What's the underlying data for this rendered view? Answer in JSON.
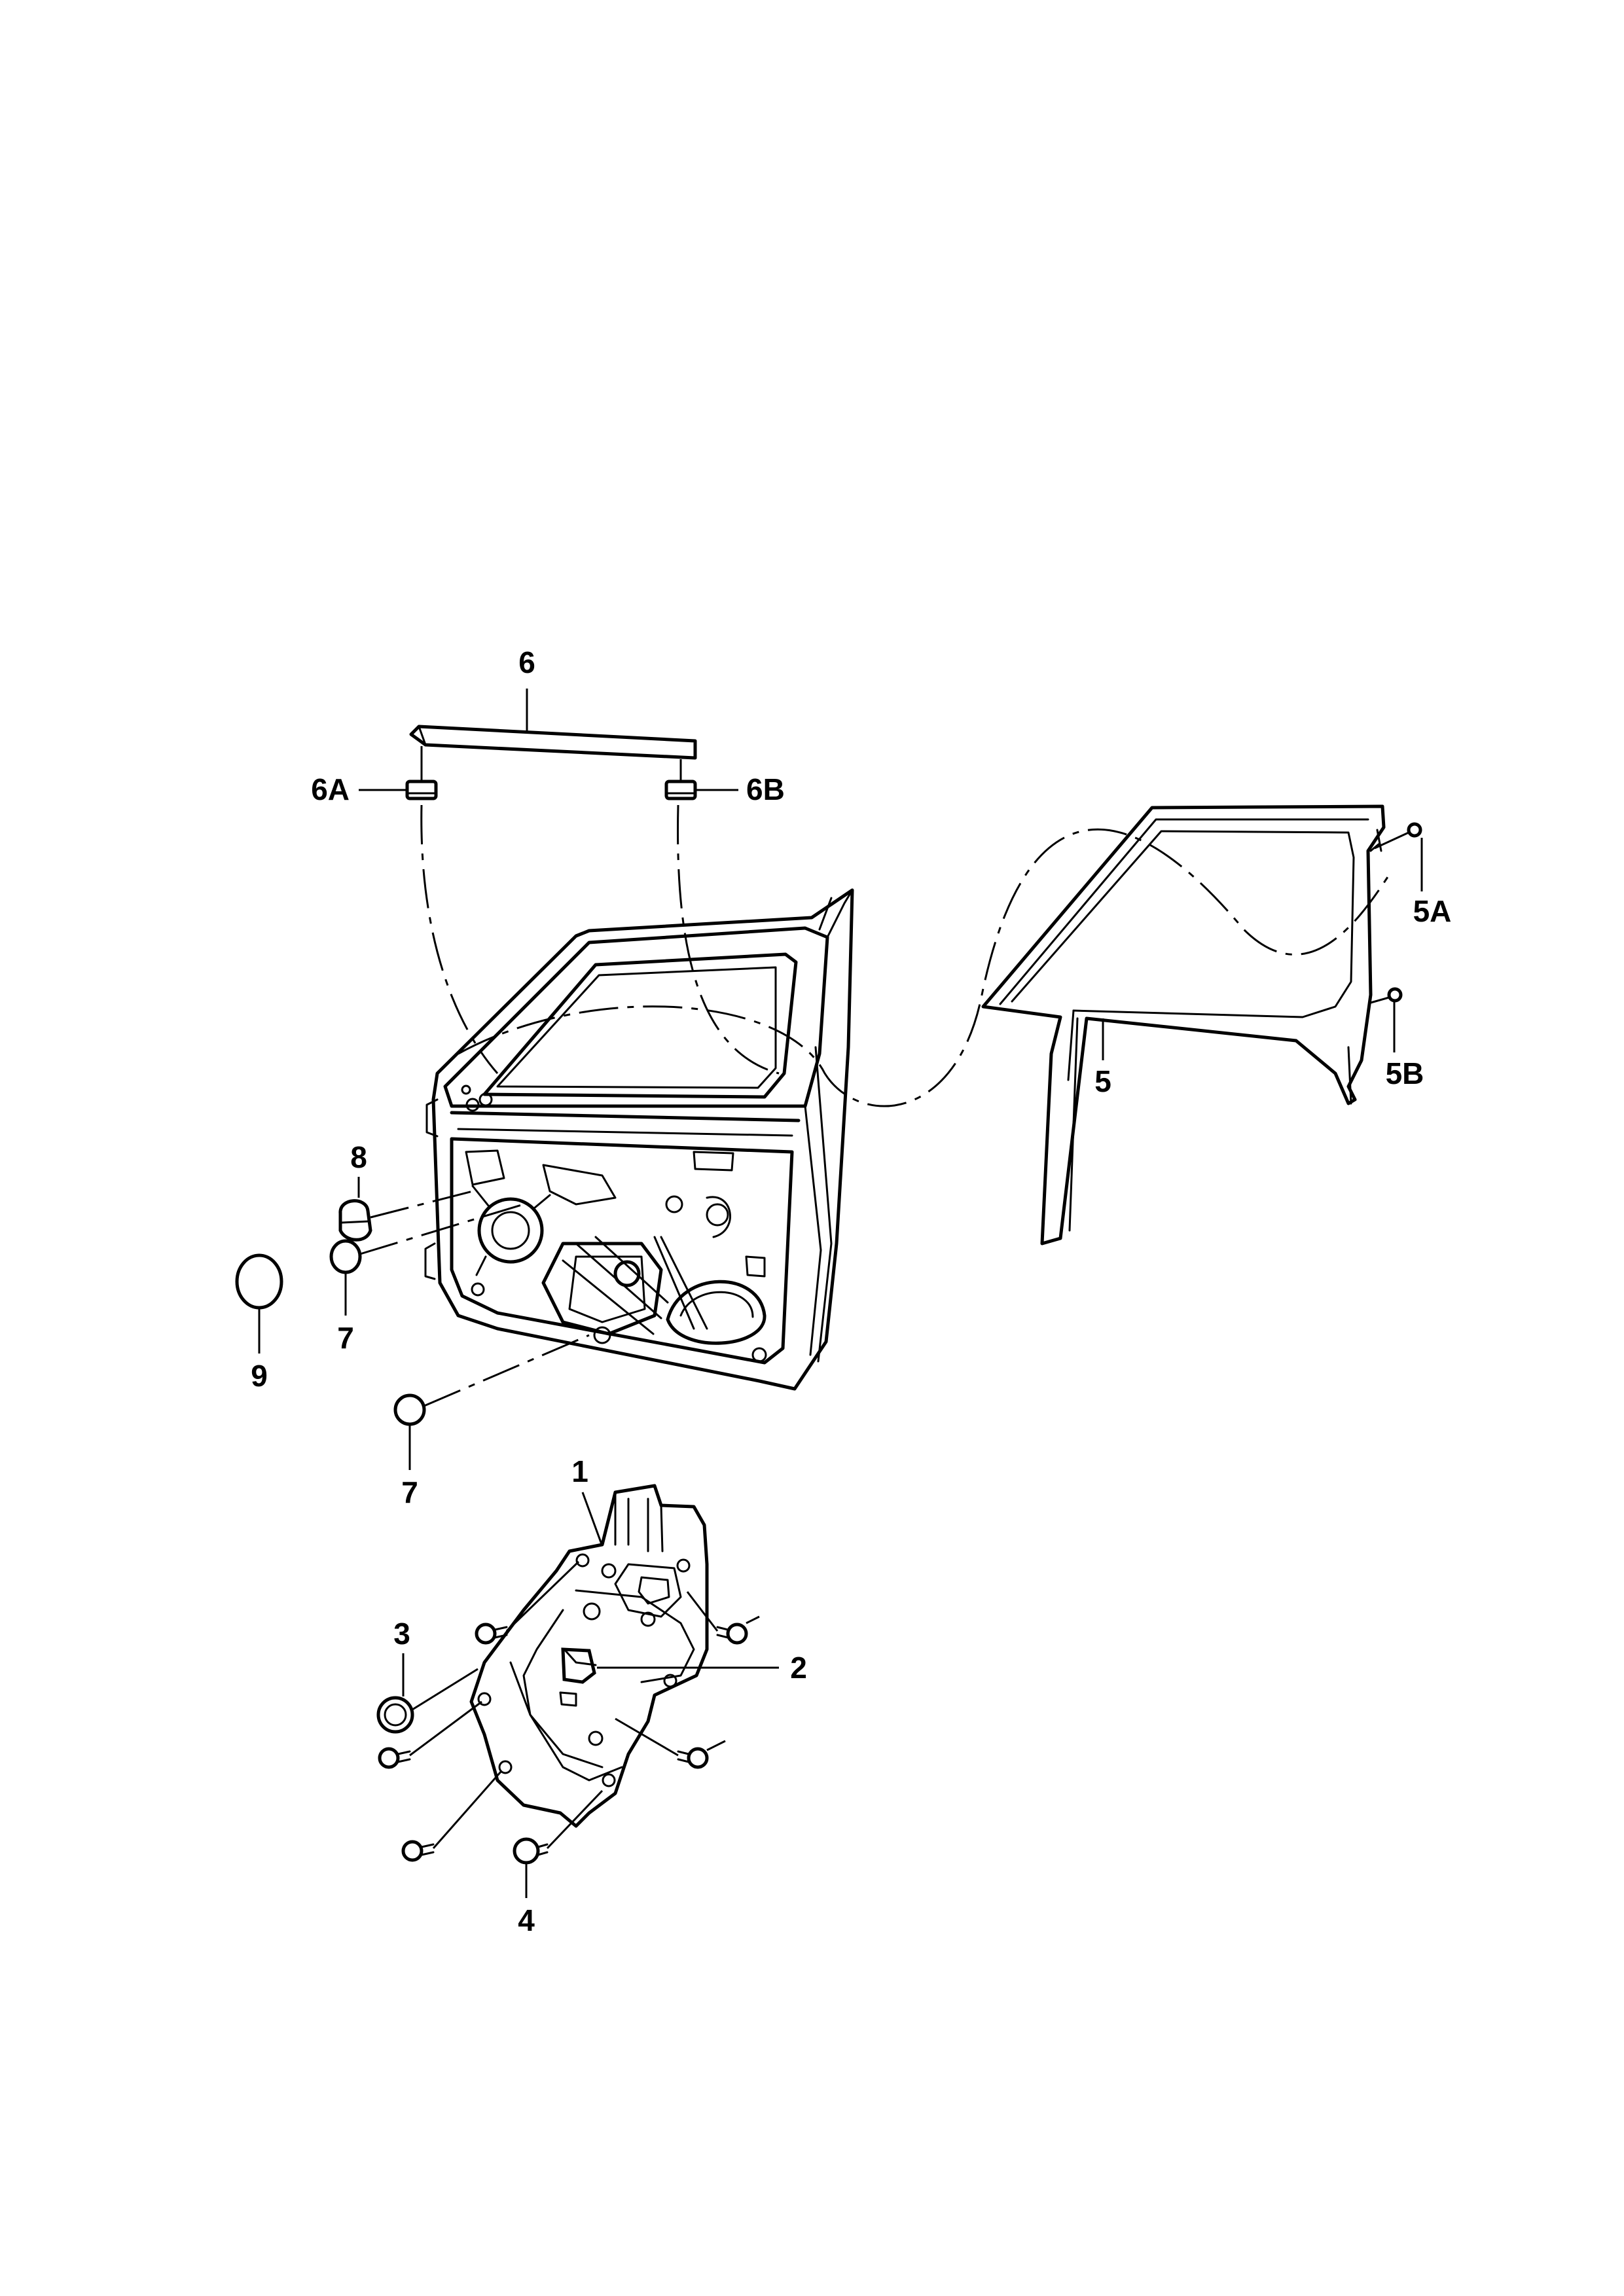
{
  "callouts": {
    "c1": "1",
    "c2": "2",
    "c3": "3",
    "c4": "4",
    "c5": "5",
    "c5a": "5A",
    "c5b": "5B",
    "c6": "6",
    "c6a": "6A",
    "c6b": "6B",
    "c7a": "7",
    "c7b": "7",
    "c8": "8",
    "c9": "9"
  }
}
